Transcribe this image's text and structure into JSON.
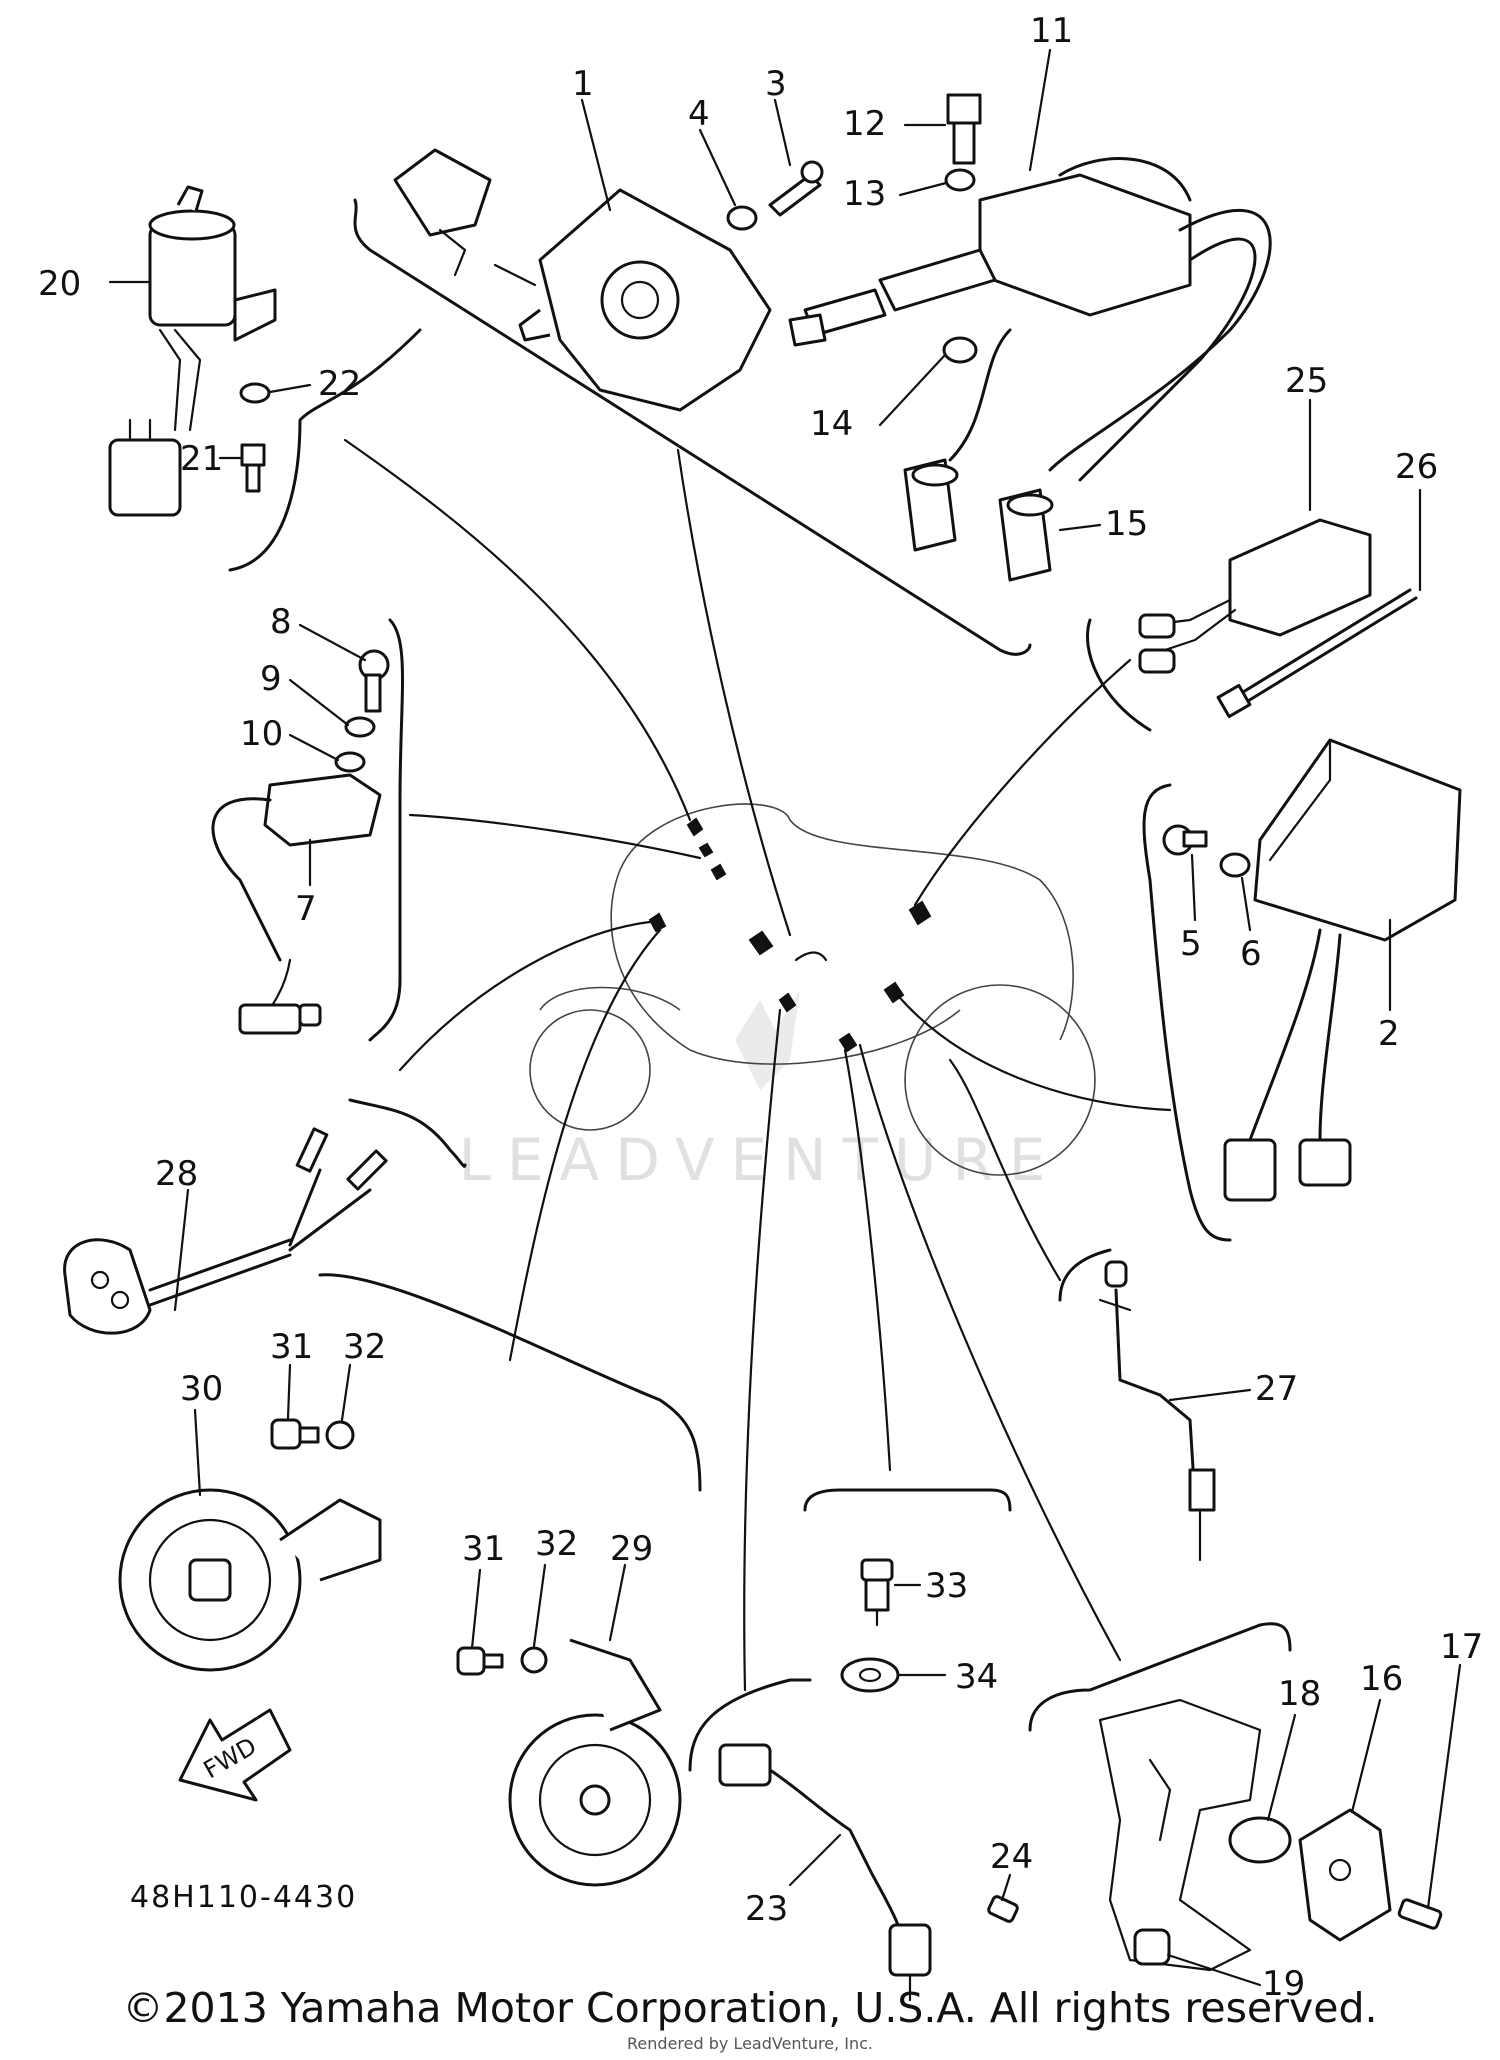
{
  "callouts": {
    "c1": "1",
    "c2": "2",
    "c3": "3",
    "c4": "4",
    "c5": "5",
    "c6": "6",
    "c7": "7",
    "c8": "8",
    "c9": "9",
    "c10": "10",
    "c11": "11",
    "c12": "12",
    "c13": "13",
    "c14": "14",
    "c15": "15",
    "c16": "16",
    "c17": "17",
    "c18": "18",
    "c19": "19",
    "c20": "20",
    "c21": "21",
    "c22": "22",
    "c23": "23",
    "c24": "24",
    "c25": "25",
    "c26": "26",
    "c27": "27",
    "c28": "28",
    "c29": "29",
    "c30": "30",
    "c31a": "31",
    "c32a": "32",
    "c31b": "31",
    "c32b": "32",
    "c33": "33",
    "c34": "34"
  },
  "fwd_label": "FWD",
  "diagram_code": "48H110-4430",
  "watermark": "LEADVENTURE",
  "copyright": "©2013 Yamaha Motor Corporation, U.S.A. All rights reserved.",
  "rendered_by": "Rendered by LeadVenture, Inc."
}
